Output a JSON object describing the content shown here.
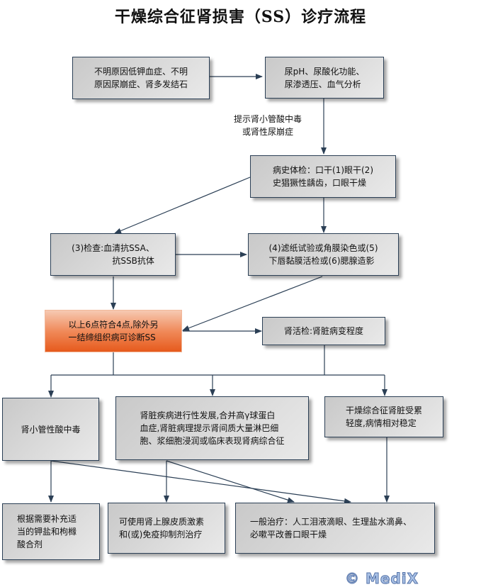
{
  "title": "干燥综合征肾损害（SS）诊疗流程",
  "nodes": {
    "n1": "不明原因低钾血症、不明\n原因尿崩症、肾多发结石",
    "n2": "尿pH、尿酸化功能、\n尿渗透压、血气分析",
    "n3": "病史体检：口干(1)眼干(2)\n史猖獗性龋齿，口眼干燥",
    "n4": "(3)检查:血清抗SSA、\n抗SSB抗体",
    "n5": "(4)滤纸试验或角膜染色或(5)\n下唇黏膜活检或(6)腮腺造影",
    "n6": "以上6点符合4点,除外另\n一结缔组织病可诊断SS",
    "n7": "肾活检:肾脏病变程度",
    "n8": "肾小管性酸中毒",
    "n9": "肾脏疾病进行性发展,合并高γ球蛋白\n血症,肾脏病理提示肾间质大量淋巴细\n胞、浆细胞浸润或临床表现肾病综合征",
    "n10": "干燥综合征肾脏受累\n轻度,病情相对稳定",
    "n11": "根据需要补充适\n当的钾盐和枸橼\n酸合剂",
    "n12": "可使用肾上腺皮质激素\n和(或)免疫抑制剂治疗",
    "n13": "一般治疗：人工泪液滴眼、生理盐水滴鼻、\n必嗽平改善口眼干燥"
  },
  "edge_label": "提示肾小管酸中毒\n或肾性尿崩症",
  "colors": {
    "line": "#2b3f55",
    "highlight": "#e65a1c"
  },
  "watermark": "© MediX"
}
